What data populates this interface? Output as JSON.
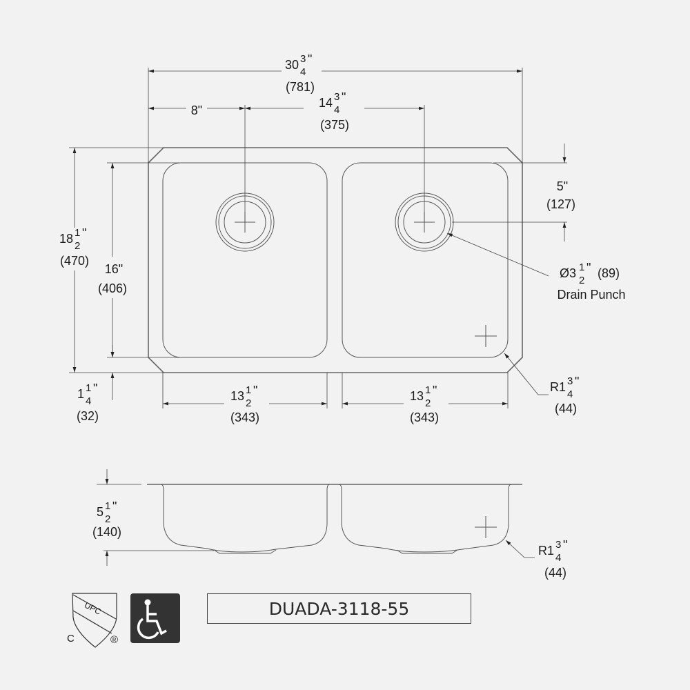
{
  "dimensions": {
    "overall_width": {
      "whole": "30",
      "num": "3",
      "den": "4",
      "unit": "\"",
      "mm": "(781)"
    },
    "left_drain_offset": {
      "label": "8\""
    },
    "drain_spacing": {
      "whole": "14",
      "num": "3",
      "den": "4",
      "unit": "\"",
      "mm": "(375)"
    },
    "overall_depth": {
      "whole": "18",
      "num": "1",
      "den": "2",
      "unit": "\"",
      "mm": "(470)"
    },
    "bowl_depth": {
      "label": "16\"",
      "mm": "(406)"
    },
    "bottom_offset": {
      "whole": "1",
      "num": "1",
      "den": "4",
      "unit": "\"",
      "mm": "(32)"
    },
    "drain_from_back": {
      "label": "5\"",
      "mm": "(127)"
    },
    "drain_punch": {
      "prefix": "Ø3",
      "num": "1",
      "den": "2",
      "unit": "\"",
      "mm": "(89)",
      "caption": "Drain Punch"
    },
    "corner_radius_top": {
      "whole": "R1",
      "num": "3",
      "den": "4",
      "unit": "\"",
      "mm": "(44)"
    },
    "left_bowl_width": {
      "whole": "13",
      "num": "1",
      "den": "2",
      "unit": "\"",
      "mm": "(343)"
    },
    "right_bowl_width": {
      "whole": "13",
      "num": "1",
      "den": "2",
      "unit": "\"",
      "mm": "(343)"
    },
    "bowl_height": {
      "whole": "5",
      "num": "1",
      "den": "2",
      "unit": "\"",
      "mm": "(140)"
    },
    "corner_radius_side": {
      "whole": "R1",
      "num": "3",
      "den": "4",
      "unit": "\"",
      "mm": "(44)"
    }
  },
  "certifications": {
    "upc_logo": {
      "text": "UPC",
      "c_mark": "C",
      "registered": "®"
    },
    "ada_icon": "wheelchair-accessible-icon"
  },
  "model": "DUADA-3118-55",
  "colors": {
    "background": "#f2f2f2",
    "line": "#555555",
    "ada_badge": "#333333"
  }
}
